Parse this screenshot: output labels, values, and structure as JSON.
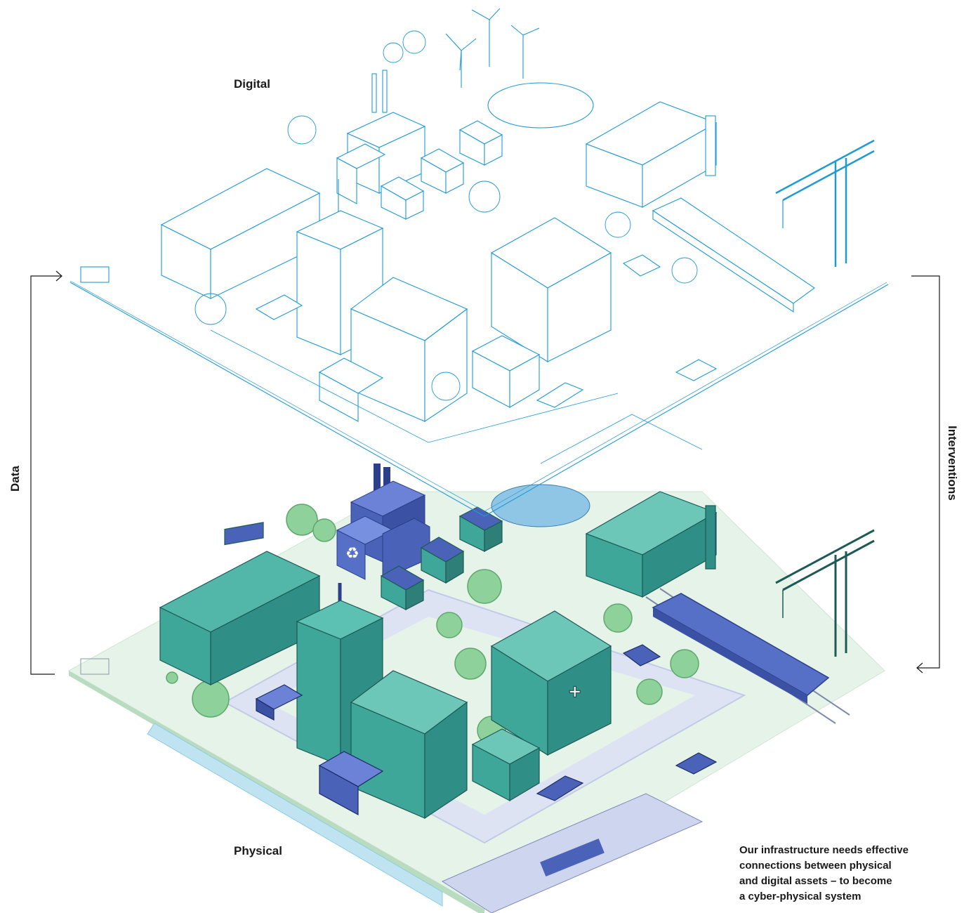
{
  "labels": {
    "digital": "Digital",
    "physical": "Physical",
    "data": "Data",
    "interventions": "Interventions"
  },
  "caption": {
    "line1": "Our infrastructure needs effective",
    "line2": "connections between physical",
    "line3": "and digital assets – to become",
    "line4": "a cyber-physical system"
  },
  "colors": {
    "digital_line": "#1f9ad6",
    "physical_teal": "#3ea79a",
    "physical_dark_teal": "#2f7f79",
    "physical_blue": "#4a63b8",
    "ground_green": "#dff0e3",
    "road": "#d8def0",
    "arrow": "#1a1a1a"
  },
  "icons": [
    "wind-turbine-icon",
    "crane-icon",
    "train-icon",
    "recycling-icon",
    "medical-cross-icon",
    "solar-panel-icon",
    "antenna-icon"
  ]
}
